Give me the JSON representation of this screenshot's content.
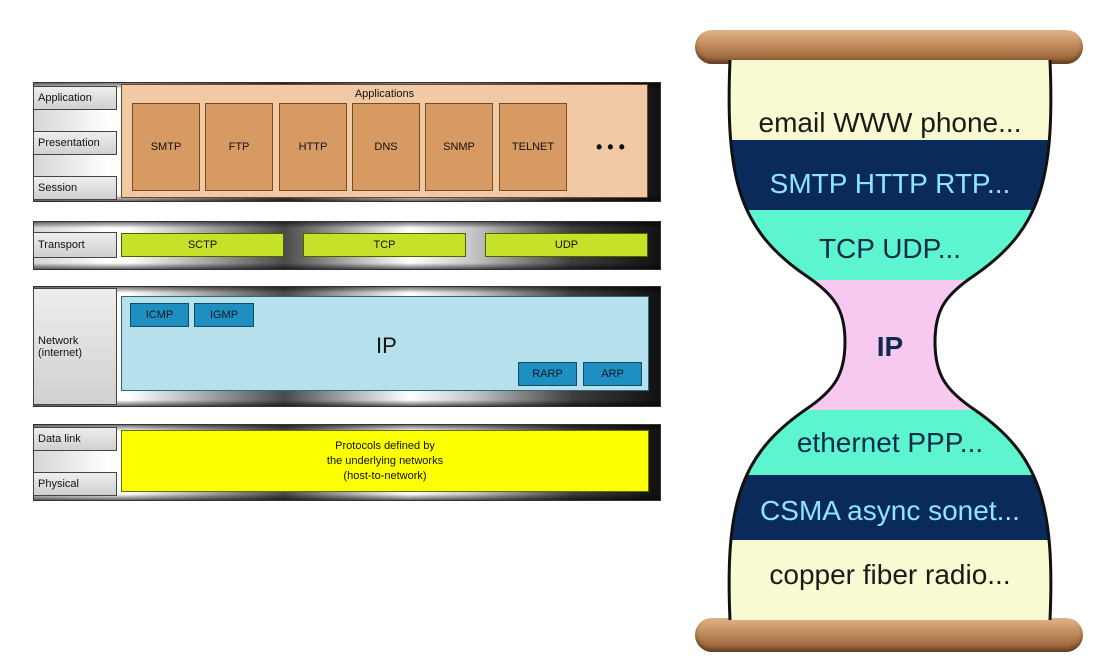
{
  "osi_stack": {
    "layers": {
      "application": "Application",
      "presentation": "Presentation",
      "session": "Session",
      "transport": "Transport",
      "network": "Network\n(internet)",
      "data_link": "Data link",
      "physical": "Physical"
    },
    "applications_title": "Applications",
    "app_protocols": [
      "SMTP",
      "FTP",
      "HTTP",
      "DNS",
      "SNMP",
      "TELNET"
    ],
    "app_more": "• • •",
    "transport_protocols": [
      "SCTP",
      "TCP",
      "UDP"
    ],
    "network_main": "IP",
    "network_top": [
      "ICMP",
      "IGMP"
    ],
    "network_bottom": [
      "RARP",
      "ARP"
    ],
    "link_text": [
      "Protocols defined by",
      "the underlying networks",
      "(host-to-network)"
    ]
  },
  "hourglass": {
    "bands": [
      {
        "text": "email WWW phone...",
        "fill": "#fafad2",
        "color": "#1a1a1a"
      },
      {
        "text": "SMTP HTTP RTP...",
        "fill": "#0b2a5c",
        "color": "#8fe4ff"
      },
      {
        "text": "TCP UDP...",
        "fill": "#5cf5cf",
        "color": "#0e2a4a"
      },
      {
        "text": "IP",
        "fill": "#f7c8f0",
        "color": "#0e2a4a"
      },
      {
        "text": "ethernet PPP...",
        "fill": "#5cf5cf",
        "color": "#0e2a4a"
      },
      {
        "text": "CSMA async sonet...",
        "fill": "#0b2a5c",
        "color": "#8fe4ff"
      },
      {
        "text": "copper fiber radio...",
        "fill": "#fafad2",
        "color": "#1a1a1a"
      }
    ]
  }
}
